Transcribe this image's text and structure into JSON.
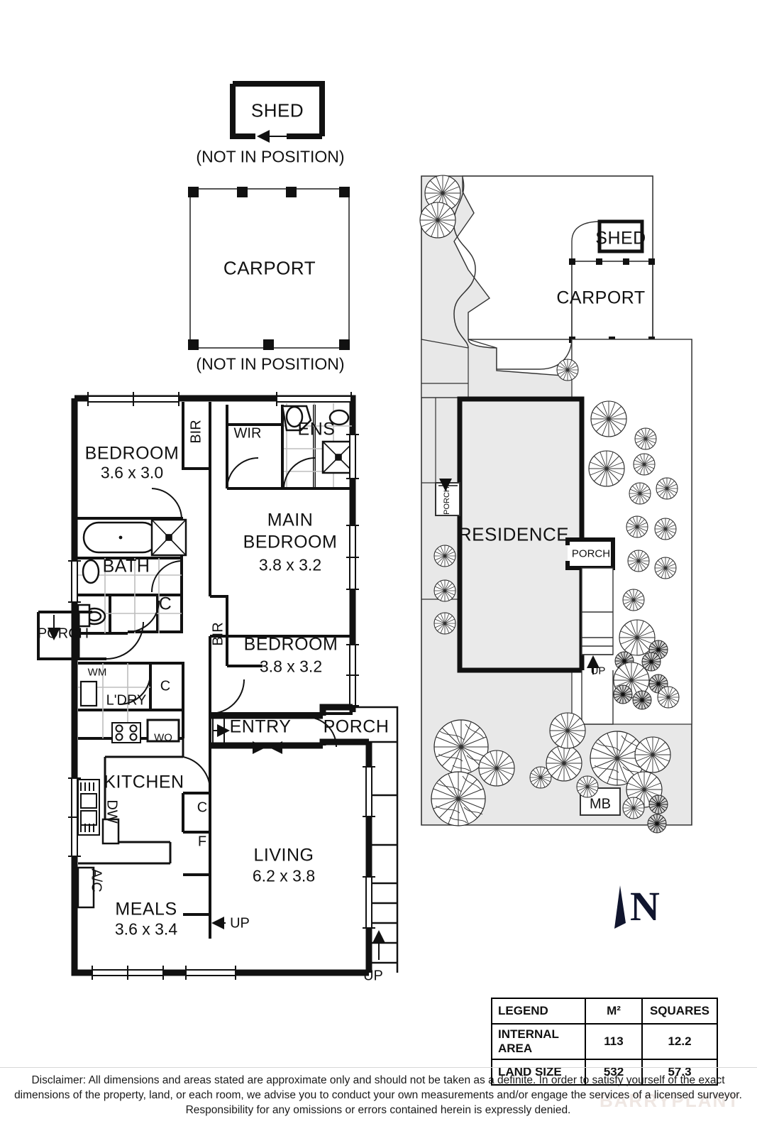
{
  "document": {
    "type": "real-estate-floor-plan",
    "disclaimer": "Disclaimer: All dimensions and areas stated are approximate only and should not be taken as a definite. In order to satisfy yourself of the exact dimensions of the property, land, or each room, we advise you to conduct your own measurements and/or engage the services of a licensed surveyor. Responsibility for any omissions or errors contained herein is expressly denied.",
    "watermark": "BARRYPLANT"
  },
  "detached_structures": {
    "shed": {
      "label": "SHED",
      "note": "(NOT IN POSITION)"
    },
    "carport": {
      "label": "CARPORT",
      "note": "(NOT IN POSITION)"
    }
  },
  "floor_plan": {
    "rooms": [
      {
        "name": "BEDROOM",
        "dimensions": "3.6 x 3.0"
      },
      {
        "name": "MAIN BEDROOM",
        "name_line1": "MAIN",
        "name_line2": "BEDROOM",
        "dimensions": "3.8 x 3.2"
      },
      {
        "name": "BEDROOM",
        "dimensions": "3.8 x 3.2"
      },
      {
        "name": "LIVING",
        "dimensions": "6.2 x 3.8"
      },
      {
        "name": "MEALS",
        "dimensions": "3.6 x 3.4"
      },
      {
        "name": "KITCHEN",
        "dimensions": ""
      },
      {
        "name": "BATH",
        "dimensions": ""
      },
      {
        "name": "L'DRY",
        "dimensions": ""
      },
      {
        "name": "ENTRY",
        "dimensions": ""
      },
      {
        "name": "PORCH",
        "dimensions": ""
      },
      {
        "name": "ENS",
        "dimensions": ""
      },
      {
        "name": "WIR",
        "dimensions": ""
      }
    ],
    "annotations": {
      "bir_top": "BIR",
      "bir_mid": "BIR",
      "wir": "WIR",
      "ens": "ENS",
      "bath": "BATH",
      "cupboard_bath": "C",
      "cupboard_ldry": "C",
      "cupboard_living": "C",
      "fridge": "F",
      "wall_oven": "WO",
      "dishwasher": "DW",
      "washing_machine": "WM",
      "air_con": "A/C",
      "porch_left": "PORCH",
      "porch_front": "PORCH",
      "entry": "ENTRY",
      "up_left": "UP",
      "up_right": "UP"
    }
  },
  "site_plan": {
    "residence_label": "RESIDENCE",
    "carport_label": "CARPORT",
    "shed_label": "SHED",
    "porch_side_label": "PORCH",
    "porch_rear_label": "PORCH",
    "mailbox_label": "MB",
    "up_label": "UP",
    "lot_fill": "#e8e8e8"
  },
  "north_indicator": {
    "letter": "N"
  },
  "legend": {
    "columns": [
      "LEGEND",
      "M²",
      "SQUARES"
    ],
    "rows": [
      {
        "name": "INTERNAL AREA",
        "m2": "113",
        "squares": "12.2"
      },
      {
        "name": "LAND SIZE",
        "m2": "532",
        "squares": "57.3"
      }
    ]
  },
  "colors": {
    "wall": "#111111",
    "thin": "#333333",
    "lot": "#e8e8e8",
    "north": "#10152e"
  }
}
